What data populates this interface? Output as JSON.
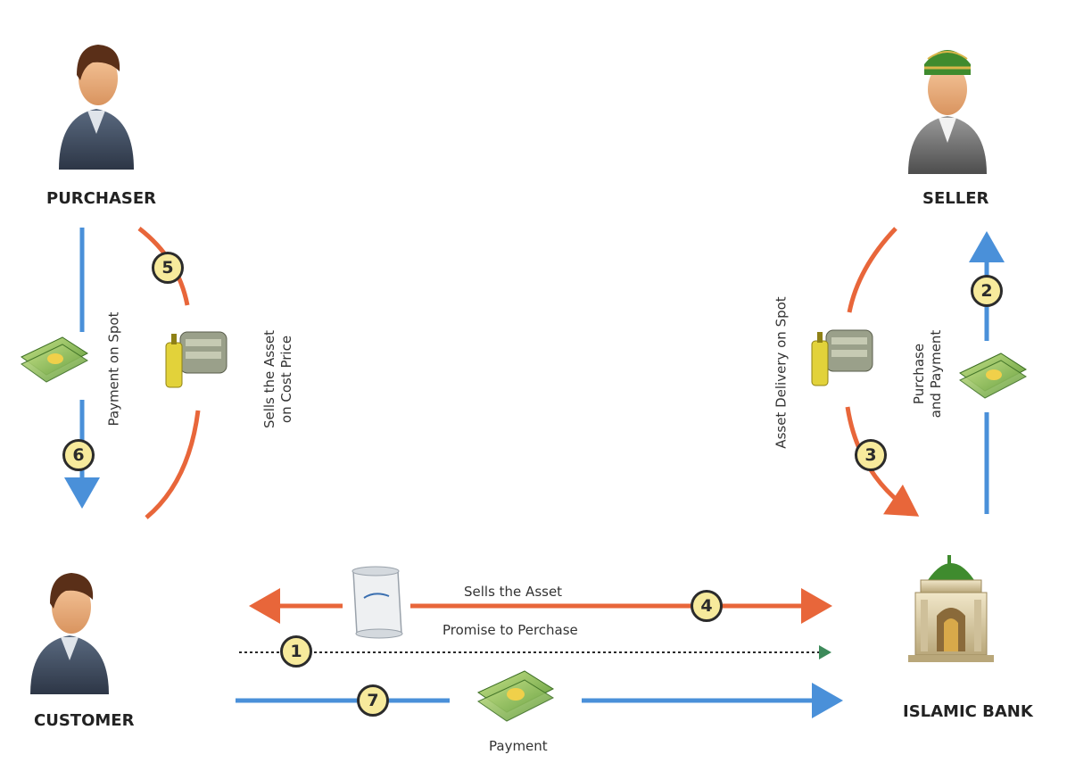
{
  "actors": {
    "purchaser": "PURCHASER",
    "seller": "SELLER",
    "customer": "CUSTOMER",
    "bank": "ISLAMIC BANK"
  },
  "flows": {
    "payment_on_spot": "Payment on Spot",
    "sells_cost_line1": "Sells the Asset",
    "sells_cost_line2": "on Cost Price",
    "asset_delivery": "Asset Delivery on Spot",
    "purchase_line1": "Purchase",
    "purchase_line2": "and Payment",
    "sells_asset": "Sells the Asset",
    "promise": "Promise to Perchase",
    "payment": "Payment"
  },
  "steps": [
    "1",
    "2",
    "3",
    "4",
    "5",
    "6",
    "7"
  ],
  "colors": {
    "orange": "#e8663a",
    "blue": "#4a90d9",
    "badge": "#f7ea9c",
    "dotted": "#2a2a2a"
  },
  "icons": [
    "person-icon",
    "seller-person-icon",
    "money-stack-icon",
    "asset-goods-icon",
    "contract-scroll-icon",
    "bank-building-icon"
  ]
}
